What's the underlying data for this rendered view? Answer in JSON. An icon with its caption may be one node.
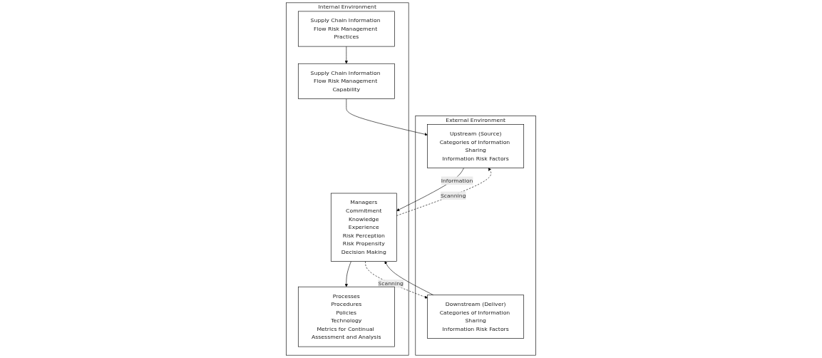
{
  "diagram": {
    "nodes": [
      {
        "text": [
          "Internal Environment"
        ]
      },
      {
        "text": [
          "Supply Chain Information Flow Risk Management Practices"
        ],
        "in": 0
      },
      {
        "text": [
          "Processes",
          "Procedures",
          "Policies",
          "Technology",
          "Metrics for Continual Assessment and Analysis"
        ],
        "in": 0
      },
      {
        "text": [
          "Supply Chain Information Flow Risk Management Capability"
        ],
        "in": 0
      },
      {
        "text": [
          "Managers",
          "Commitment",
          "Knowledge",
          "Experience",
          "Risk Perception",
          "Risk Propensity",
          "Decision Making"
        ],
        "in": 0
      },
      {
        "text": [
          "External Environment"
        ]
      },
      {
        "text": [
          "Upstream (Source)",
          "Categories of Information Sharing",
          "Information Risk Factors"
        ],
        "in": 5
      },
      {
        "text": [
          "Downstream (Deliver)",
          "Categories of Information Sharing",
          "Information Risk Factors"
        ],
        "in": 5
      }
    ],
    "edges": [
      {
        "from": 1,
        "to": 3,
        "arrow": "to"
      },
      {
        "from": 3,
        "to": 6,
        "arrow": "to"
      },
      {
        "from": 4,
        "to": 2,
        "arrow": "to"
      },
      {
        "from": 4,
        "to": 6,
        "arrow": "to",
        "style": "dashed",
        "label": "Scanning"
      },
      {
        "from": 6,
        "to": 4,
        "arrow": "to",
        "label": "Information"
      },
      {
        "from": 7,
        "to": 4,
        "arrow": "to"
      },
      {
        "from": 4,
        "to": 7,
        "arrow": "to",
        "style": "dashed",
        "label": "Scanning"
      }
    ]
  }
}
